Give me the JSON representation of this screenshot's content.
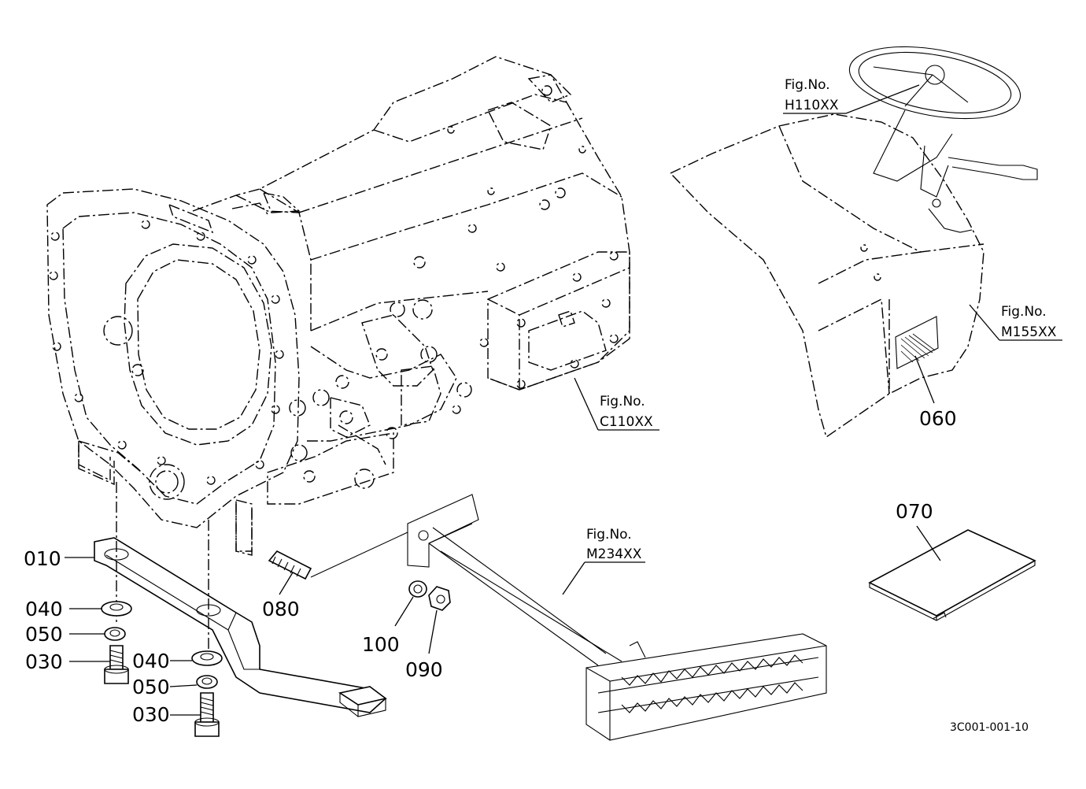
{
  "figure_refs": {
    "h110": {
      "top": "Fig.No.",
      "code": "H110XX"
    },
    "m155": {
      "top": "Fig.No.",
      "code": "M155XX"
    },
    "c110": {
      "top": "Fig.No.",
      "code": "C110XX"
    },
    "m234": {
      "top": "Fig.No.",
      "code": "M234XX"
    }
  },
  "callouts": {
    "p010": "010",
    "p040a": "040",
    "p050a": "050",
    "p030a": "030",
    "p040b": "040",
    "p050b": "050",
    "p030b": "030",
    "p080": "080",
    "p100": "100",
    "p090": "090",
    "p060": "060",
    "p070": "070"
  },
  "drawing_code": "3C001-001-10"
}
